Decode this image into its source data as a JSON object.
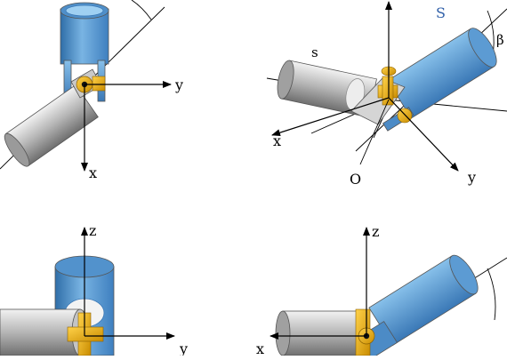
{
  "colors": {
    "blue": "#5b9bd5",
    "blue_dark": "#2f6ea8",
    "gray": "#a8a8a8",
    "gray_dark": "#6e6e6e",
    "gold": "#e0a800",
    "line": "#000000"
  },
  "panels": {
    "top_left": {
      "y_label": "y",
      "x_label": "x"
    },
    "top_right": {
      "S_label": "S",
      "s_label": "s",
      "beta_label": "β",
      "x_label": "x",
      "y_label": "y",
      "O_label": "O"
    },
    "bottom_left": {
      "z_label": "z",
      "y_label": "y"
    },
    "bottom_right": {
      "z_label": "z",
      "x_label": "x"
    }
  }
}
